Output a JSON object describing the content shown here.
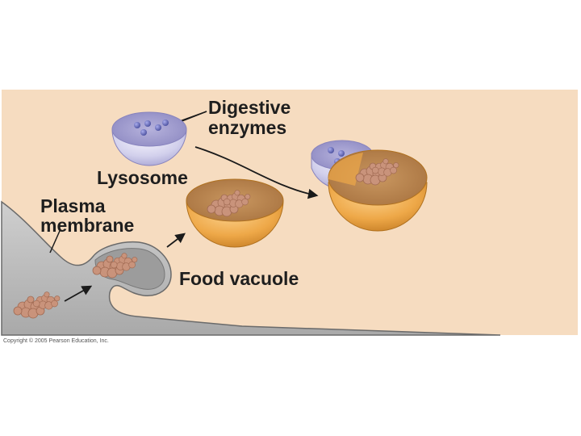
{
  "labels": {
    "digestive_line1": "Digestive",
    "digestive_line2": "enzymes",
    "lysosome": "Lysosome",
    "plasma_line1": "Plasma",
    "plasma_line2": "membrane",
    "food_vacuole": "Food vacuole"
  },
  "copyright": "Copyright © 2005 Pearson Education, Inc.",
  "colors": {
    "background_panel": "#f6dcc0",
    "membrane_gray": "#bfbfbf",
    "lysosome_lavender": "#d2d0ec",
    "enzyme_dot": "#5e63b5",
    "vacuole_orange": "#eea848",
    "food_particle": "#c9937b",
    "arrow": "#1a1a1a"
  }
}
